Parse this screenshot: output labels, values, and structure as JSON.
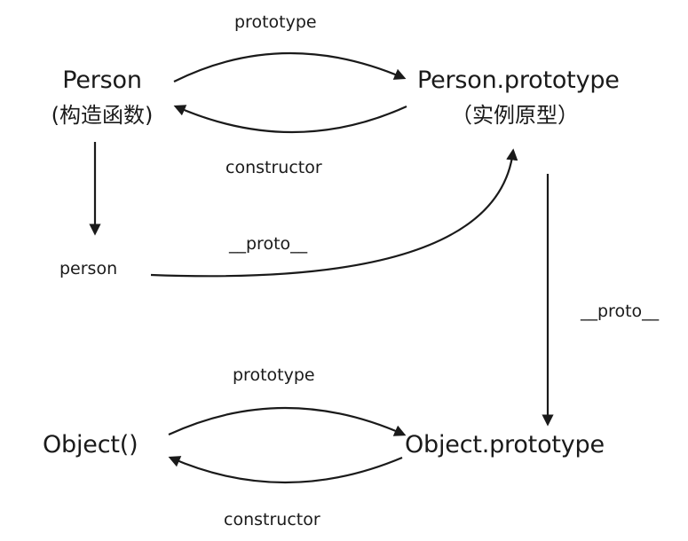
{
  "nodes": {
    "person_ctor": {
      "name": "Person",
      "sub": "(构造函数)"
    },
    "person_proto": {
      "name": "Person.prototype",
      "sub": "（实例原型）"
    },
    "person_inst": {
      "name": "person"
    },
    "object_ctor": {
      "name": "Object()"
    },
    "object_proto": {
      "name": "Object.prototype"
    }
  },
  "edges": {
    "person_prototype": "prototype",
    "person_constructor": "constructor",
    "person_proto_link": "__proto__",
    "proto_chain": "__proto__",
    "object_prototype": "prototype",
    "object_constructor": "constructor"
  },
  "colors": {
    "stroke": "#1a1a1a",
    "text": "#1a1a1a"
  }
}
